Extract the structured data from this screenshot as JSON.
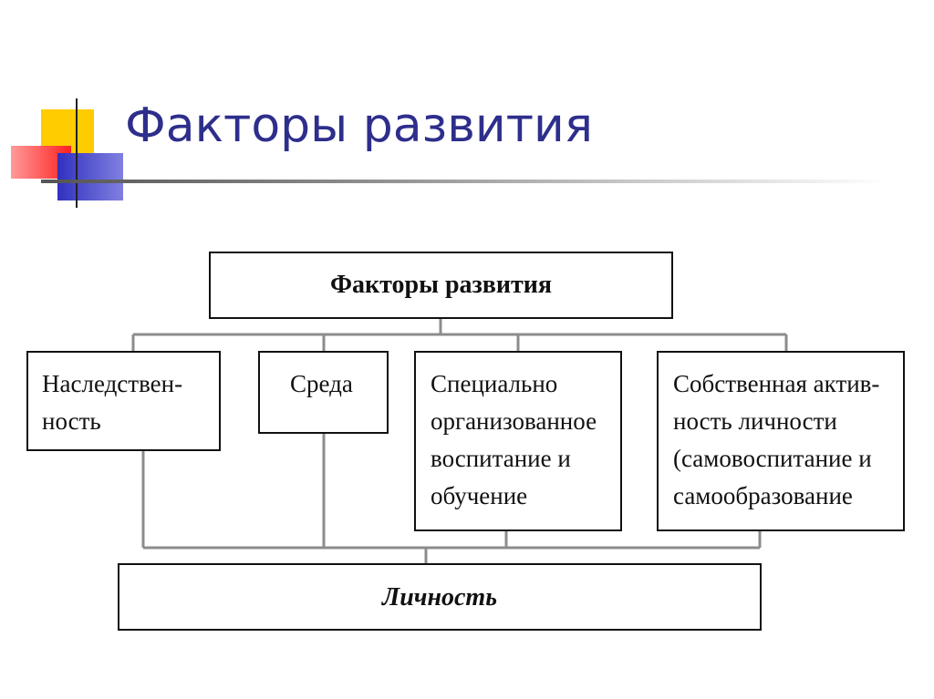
{
  "slide": {
    "title": "Факторы развития"
  },
  "diagram": {
    "root": "Факторы развития",
    "factors": [
      {
        "lines": [
          "Наследствен-",
          "ность"
        ]
      },
      {
        "lines": [
          "Среда"
        ]
      },
      {
        "lines": [
          "Специально",
          "организованное",
          "воспитание и",
          "обучение"
        ]
      },
      {
        "lines": [
          "Собственная актив-",
          "ность личности",
          "(самовоспитание и",
          "самообразование"
        ]
      }
    ],
    "result": "Личность"
  },
  "decoration": {
    "colors": {
      "yellow": "#ffcc00",
      "red": "#ff3333",
      "blue": "#3333cc",
      "title": "#2e2e8c"
    }
  }
}
